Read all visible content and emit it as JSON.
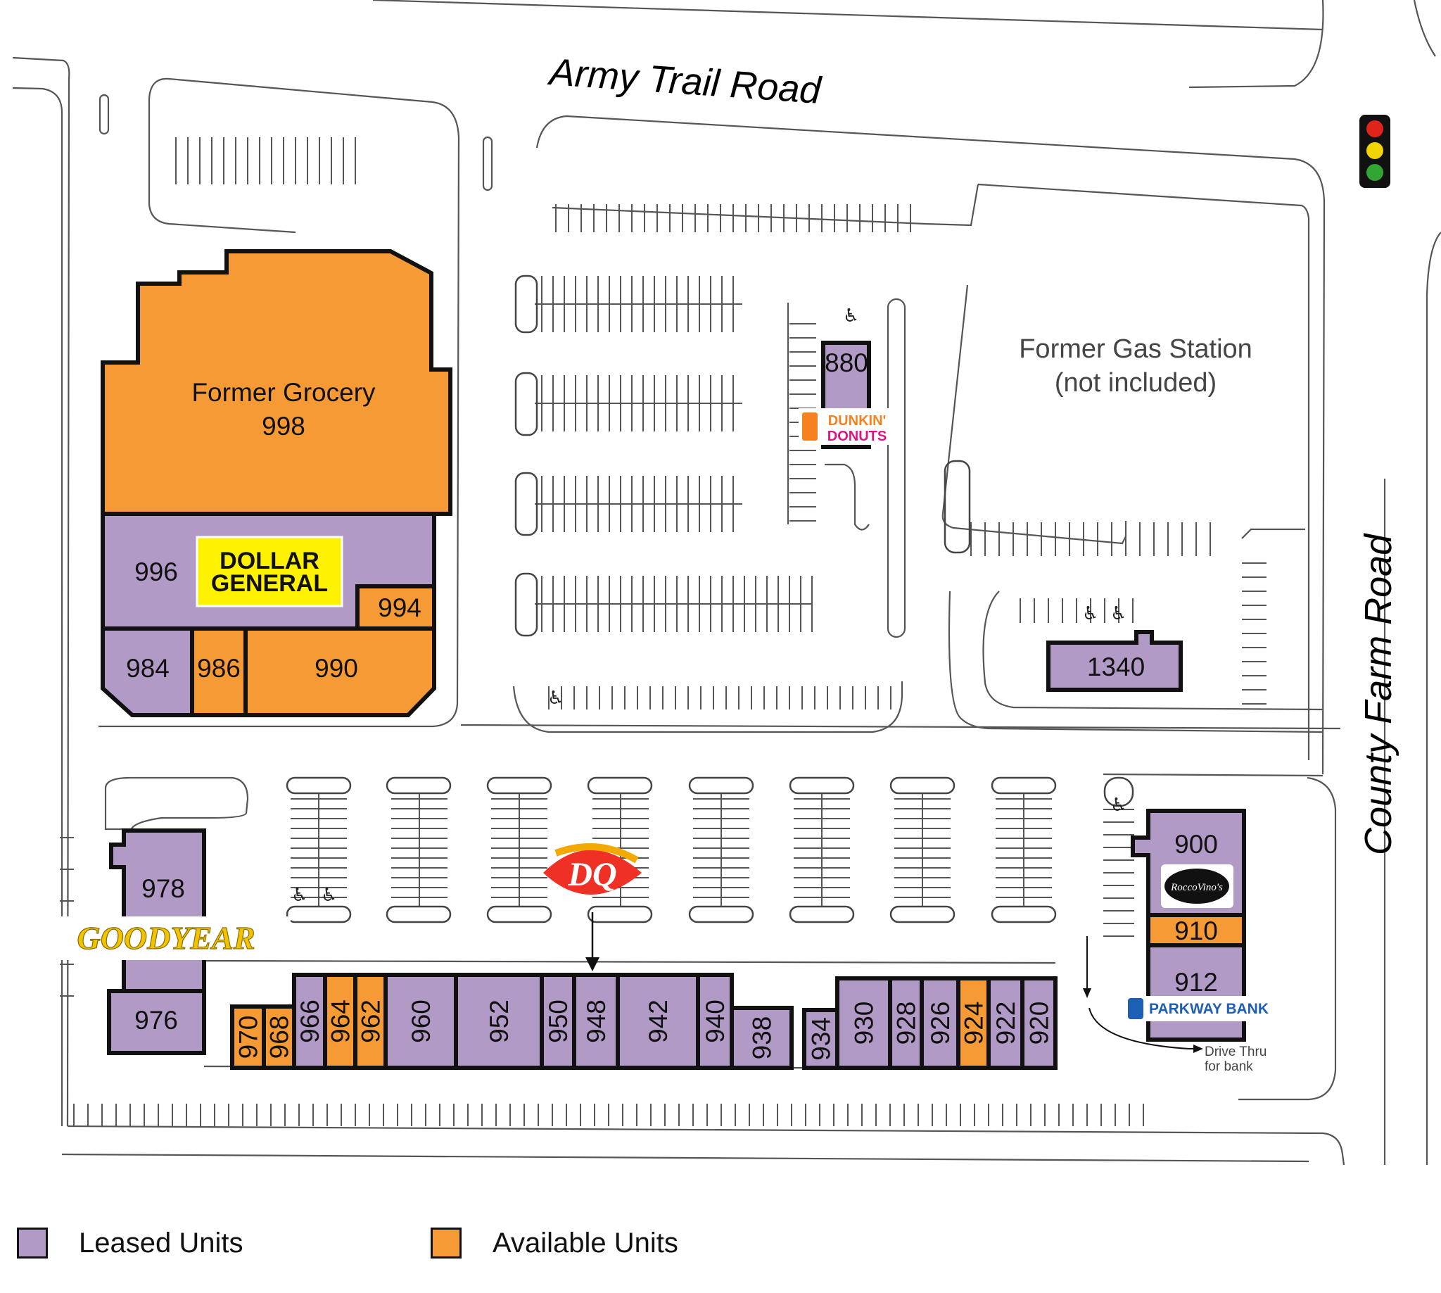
{
  "roads": {
    "north": "Army Trail Road",
    "east": "County Farm Road"
  },
  "notes": {
    "gas_station_line1": "Former Gas Station",
    "gas_station_line2": "(not included)",
    "drive_thru_line1": "Drive Thru",
    "drive_thru_line2": "for bank"
  },
  "colors": {
    "leased": "#b19ac5",
    "available": "#f59a34",
    "outline": "#111111",
    "traffic_light_red": "#e0241c",
    "traffic_light_yellow": "#f2d500",
    "traffic_light_green": "#33a532"
  },
  "units": {
    "u998_line1": "Former Grocery",
    "u998_line2": "998",
    "u996": "996",
    "u994": "994",
    "u984": "984",
    "u986": "986",
    "u990": "990",
    "u880": "880",
    "u1340": "1340",
    "u978": "978",
    "u976": "976",
    "u970": "970",
    "u968": "968",
    "u966": "966",
    "u964": "964",
    "u962": "962",
    "u960": "960",
    "u952": "952",
    "u950": "950",
    "u948": "948",
    "u942": "942",
    "u940": "940",
    "u938": "938",
    "u934": "934",
    "u930": "930",
    "u928": "928",
    "u926": "926",
    "u924": "924",
    "u922": "922",
    "u920": "920",
    "u900": "900",
    "u910": "910",
    "u912": "912"
  },
  "unit_status": {
    "998": "available",
    "996": "leased",
    "994": "available",
    "984": "leased",
    "986": "available",
    "990": "available",
    "880": "leased",
    "1340": "leased",
    "978": "leased",
    "976": "leased",
    "970": "available",
    "968": "available",
    "966": "leased",
    "964": "available",
    "962": "available",
    "960": "leased",
    "952": "leased",
    "950": "leased",
    "948": "leased",
    "942": "leased",
    "940": "leased",
    "938": "leased",
    "934": "leased",
    "930": "leased",
    "928": "leased",
    "926": "leased",
    "924": "available",
    "922": "leased",
    "920": "leased",
    "900": "leased",
    "910": "available",
    "912": "leased"
  },
  "logos": {
    "dollar_general_line1": "DOLLAR",
    "dollar_general_line2": "GENERAL",
    "dunkin_line1": "DUNKIN'",
    "dunkin_line2": "DONUTS",
    "dq": "DQ",
    "goodyear": "GOODYEAR",
    "roccovinos": "RoccoVino's",
    "parkway_bank": "PARKWAY BANK"
  },
  "icons": {
    "accessible_parking": "wheelchair-icon",
    "traffic_light": "traffic-light-icon",
    "directional_arrow": "arrow-down-icon"
  },
  "legend": {
    "leased": "Leased Units",
    "available": "Available Units"
  }
}
